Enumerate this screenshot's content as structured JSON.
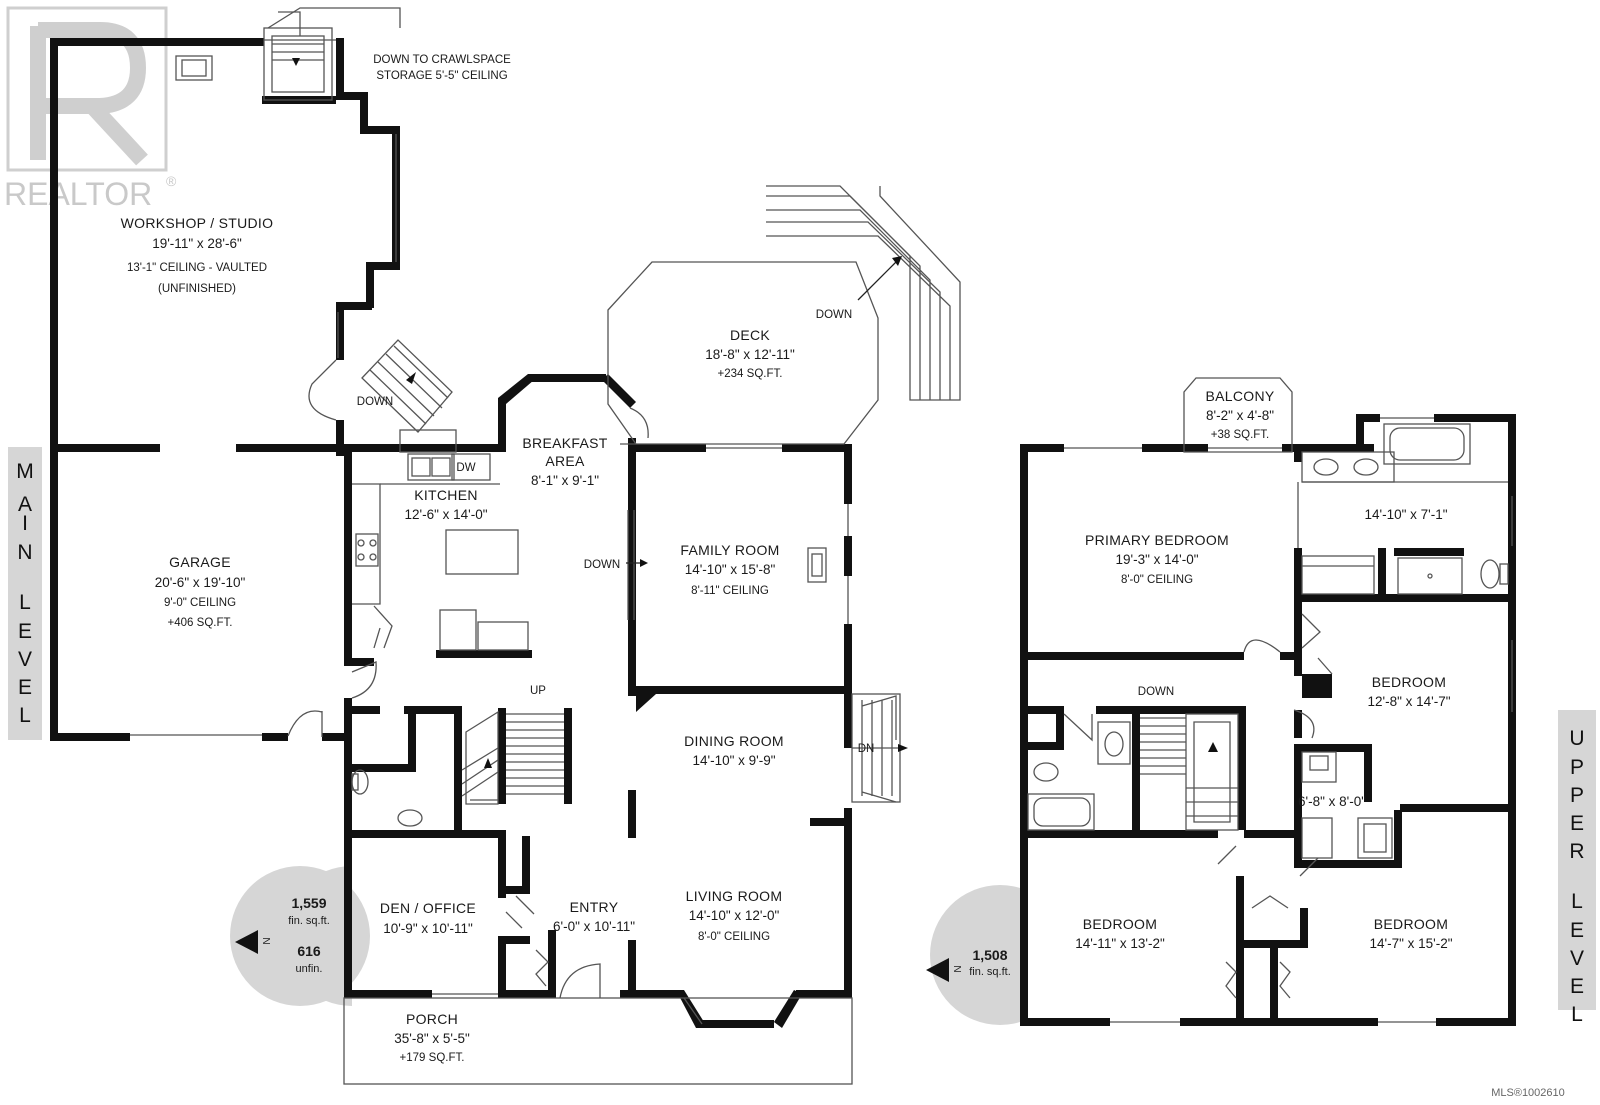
{
  "watermark": {
    "brand": "REALTOR",
    "reg_mark": "®"
  },
  "mls_number": "MLS®1002610",
  "main_level": {
    "label": [
      "M",
      "A",
      "I",
      "N",
      "",
      "L",
      "E",
      "V",
      "E",
      "L"
    ],
    "area": {
      "finished": "1,559",
      "finished_unit": "fin. sq.ft.",
      "unfinished": "616",
      "unfinished_unit": "unfin."
    },
    "north": "N",
    "rooms": {
      "workshop": {
        "name": "WORKSHOP / STUDIO",
        "dims": "19'-11\" x 28'-6\"",
        "note1": "13'-1\" CEILING - VAULTED",
        "note2": "(UNFINISHED)"
      },
      "crawlspace": {
        "line1": "DOWN TO CRAWLSPACE",
        "line2": "STORAGE 5'-5\" CEILING"
      },
      "garage": {
        "name": "GARAGE",
        "dims": "20'-6\" x 19'-10\"",
        "note1": "9'-0\" CEILING",
        "note2": "+406 SQ.FT."
      },
      "deck": {
        "name": "DECK",
        "dims": "18'-8\" x 12'-11\"",
        "note1": "+234 SQ.FT.",
        "stair": "DOWN"
      },
      "breakfast": {
        "name1": "BREAKFAST",
        "name2": "AREA",
        "dims": "8'-1\" x 9'-1\""
      },
      "kitchen": {
        "name": "KITCHEN",
        "dims": "12'-6\" x 14'-0\"",
        "dw": "DW"
      },
      "family": {
        "name": "FAMILY ROOM",
        "dims": "14'-10\" x 15'-8\"",
        "note1": "8'-11\" CEILING",
        "stair": "DOWN"
      },
      "dining": {
        "name": "DINING ROOM",
        "dims": "14'-10\" x 9'-9\"",
        "stair": "DN"
      },
      "living": {
        "name": "LIVING ROOM",
        "dims": "14'-10\" x 12'-0\"",
        "note1": "8'-0\" CEILING"
      },
      "den": {
        "name": "DEN / OFFICE",
        "dims": "10'-9\" x 10'-11\""
      },
      "entry": {
        "name": "ENTRY",
        "dims": "6'-0\" x 10'-11\""
      },
      "porch": {
        "name": "PORCH",
        "dims": "35'-8\" x 5'-5\"",
        "note1": "+179 SQ.FT."
      },
      "stairs": {
        "up": "UP",
        "down": "DOWN"
      }
    }
  },
  "upper_level": {
    "label": [
      "U",
      "P",
      "P",
      "E",
      "R",
      "",
      "L",
      "E",
      "V",
      "E",
      "L"
    ],
    "area": {
      "finished": "1,508",
      "finished_unit": "fin. sq.ft."
    },
    "north": "N",
    "rooms": {
      "balcony": {
        "name": "BALCONY",
        "dims": "8'-2\" x 4'-8\"",
        "note1": "+38 SQ.FT."
      },
      "primary": {
        "name": "PRIMARY BEDROOM",
        "dims": "19'-3\" x 14'-0\"",
        "note1": "8'-0\" CEILING"
      },
      "ensuite": {
        "dims": "14'-10\" x 7'-1\""
      },
      "bed_east": {
        "name": "BEDROOM",
        "dims": "12'-8\" x 14'-7\""
      },
      "bath_small": {
        "dims": "6'-8\" x 8'-0\""
      },
      "bed_sw": {
        "name": "BEDROOM",
        "dims": "14'-11\" x 13'-2\""
      },
      "bed_se": {
        "name": "BEDROOM",
        "dims": "14'-7\" x 15'-2\""
      },
      "stairs": {
        "down": "DOWN"
      }
    }
  }
}
